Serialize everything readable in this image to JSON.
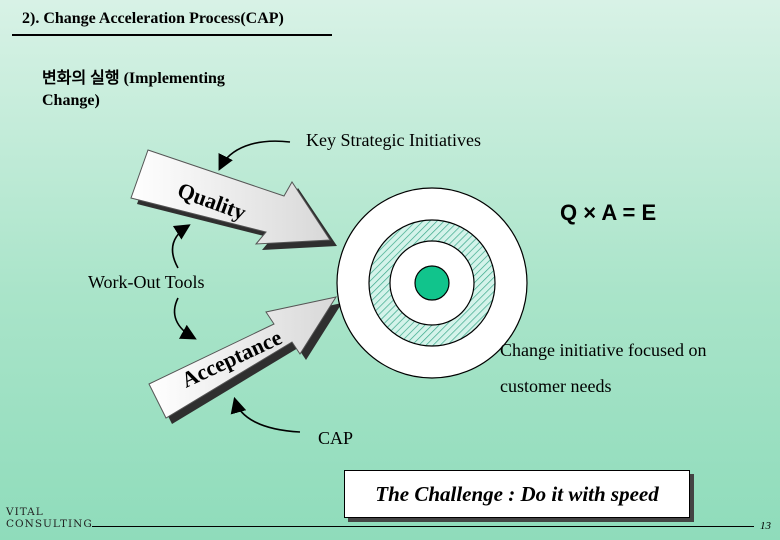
{
  "title": "2). Change Acceleration Process(CAP)",
  "subtitle": {
    "line1": "변화의 실행  (Implementing",
    "line2": "Change)"
  },
  "labels": {
    "key_initiatives": "Key Strategic Initiatives",
    "workout_tools": "Work-Out Tools",
    "change_initiative_1": "Change initiative focused on",
    "change_initiative_2": "customer needs",
    "cap": "CAP"
  },
  "arrows": {
    "quality": "Quality",
    "acceptance": "Acceptance"
  },
  "equation": "Q × A = E",
  "challenge": "The Challenge : Do it with speed",
  "logo": {
    "line1": "VITAL",
    "line2": "CONSULTING"
  },
  "page_number": "13",
  "colors": {
    "background": "#a9e4c9",
    "target_center": "#11c48c",
    "target_ring": "#bfeee0"
  }
}
